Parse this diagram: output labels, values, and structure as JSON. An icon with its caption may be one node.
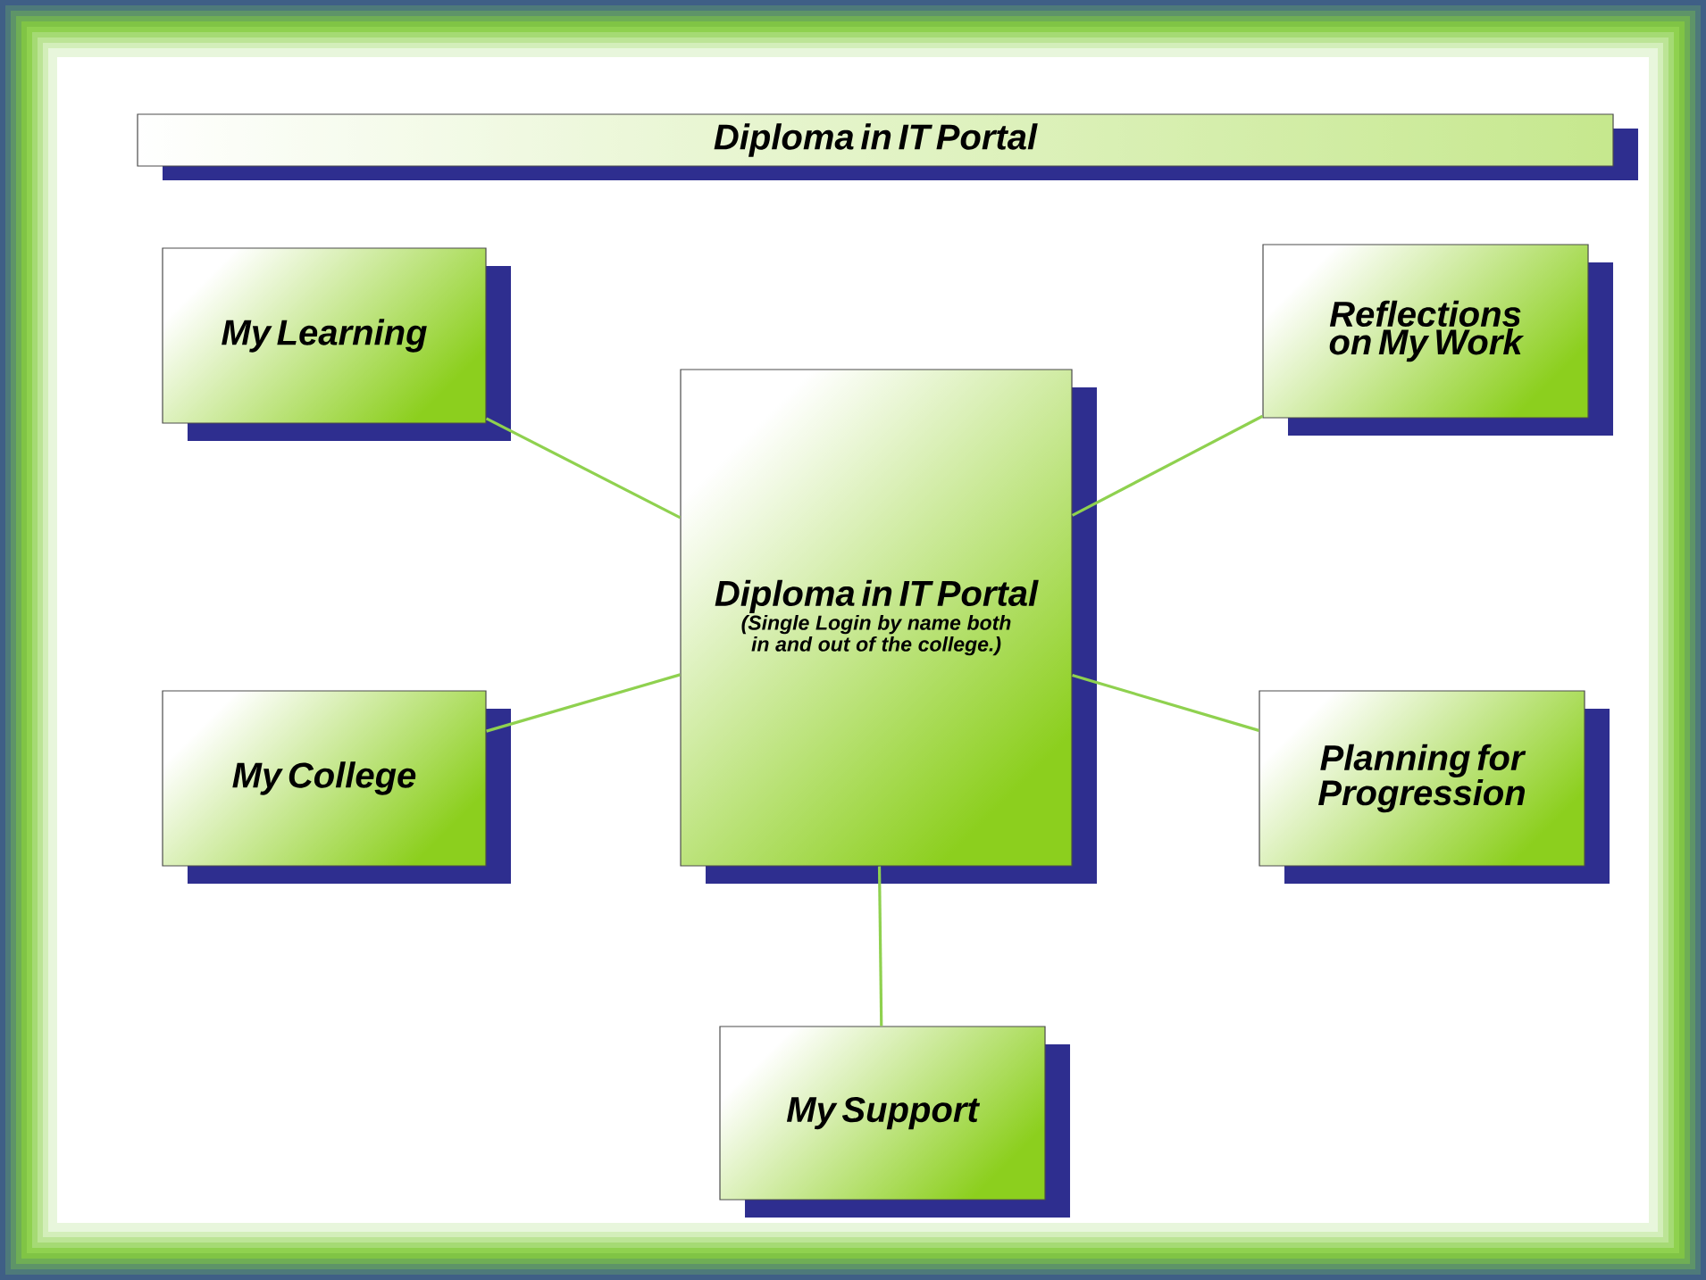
{
  "diagram": {
    "nodes": [
      {
        "text": [
          "Diploma in IT Portal"
        ]
      },
      {
        "text": [
          "My Learning"
        ]
      },
      {
        "text": [
          "Reflections on My Work"
        ]
      },
      {
        "text": [
          "Diploma in IT Portal",
          "(Single Login by name both in and out of the college.)"
        ]
      },
      {
        "text": [
          "My College"
        ]
      },
      {
        "text": [
          "Planning for Progression"
        ]
      },
      {
        "text": [
          "My Support"
        ]
      }
    ],
    "edges": [
      {
        "from": 3,
        "to": 1,
        "arrow": "none"
      },
      {
        "from": 3,
        "to": 2,
        "arrow": "none"
      },
      {
        "from": 3,
        "to": 4,
        "arrow": "none"
      },
      {
        "from": 3,
        "to": 5,
        "arrow": "none"
      },
      {
        "from": 3,
        "to": 6,
        "arrow": "none"
      }
    ]
  }
}
